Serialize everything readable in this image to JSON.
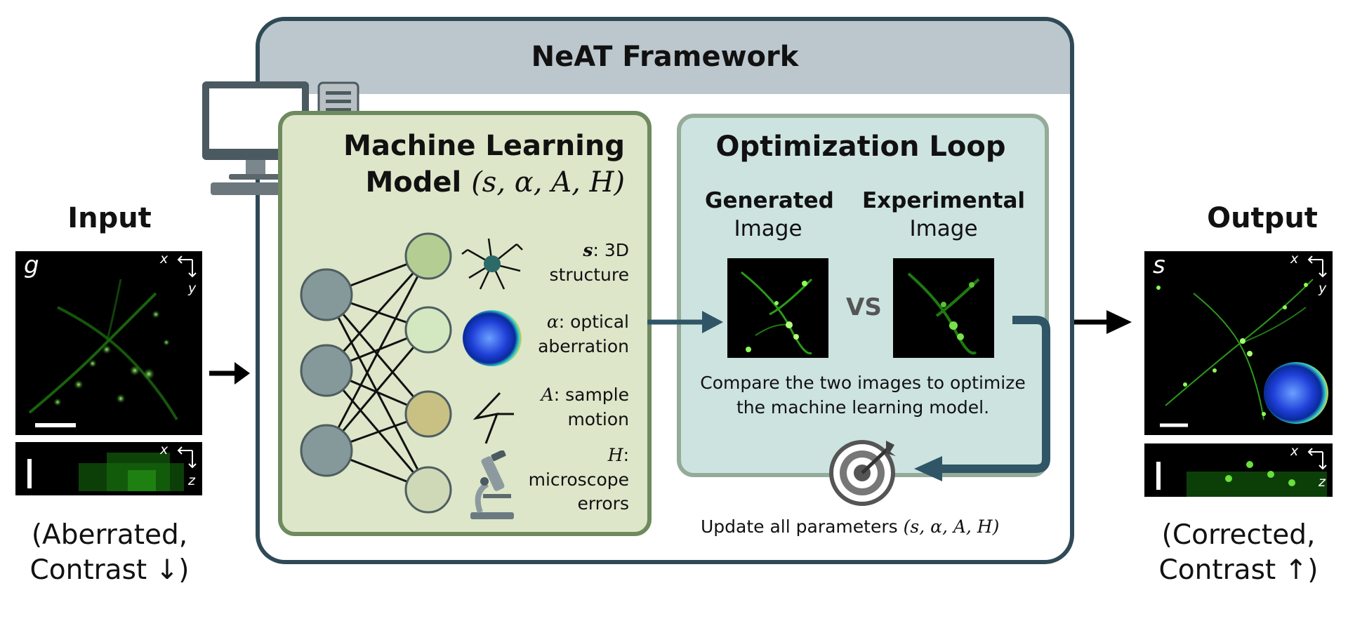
{
  "input": {
    "title": "Input",
    "panel_letter": "g",
    "axis_top_h": "x",
    "axis_top_v": "y",
    "axis_bottom_h": "x",
    "axis_bottom_v": "z",
    "caption_line1": "(Aberrated,",
    "caption_line2": "Contrast ↓)"
  },
  "output": {
    "title": "Output",
    "panel_letter": "s",
    "axis_top_h": "x",
    "axis_top_v": "y",
    "axis_bottom_h": "x",
    "axis_bottom_v": "z",
    "caption_line1": "(Corrected,",
    "caption_line2": "Contrast ↑)"
  },
  "framework": {
    "title": "NeAT Framework"
  },
  "ml_model": {
    "title_line1": "Machine Learning",
    "title_line2_text": "Model ",
    "title_line2_math": "(s, α, A, H)",
    "params": [
      {
        "symbol": "s",
        "text_line1": ": 3D",
        "text_line2": "structure",
        "icon": "neuron-icon"
      },
      {
        "symbol": "α",
        "text_line1": ": optical",
        "text_line2": "aberration",
        "icon": "aberration-sphere-icon"
      },
      {
        "symbol": "A",
        "text_line1": ": sample",
        "text_line2": "motion",
        "icon": "motion-zigzag-icon"
      },
      {
        "symbol": "H",
        "text_line1": ":",
        "text_line2": "microscope",
        "text_line3": "errors",
        "icon": "microscope-icon"
      }
    ]
  },
  "optimization": {
    "title": "Optimization Loop",
    "generated_bold": "Generated",
    "generated_sub": "Image",
    "experimental_bold": "Experimental",
    "experimental_sub": "Image",
    "vs": "VS",
    "desc_line1": "Compare the two images to optimize",
    "desc_line2": "the machine learning model.",
    "update_text": "Update all parameters ",
    "update_math": "(s, α, A, H)"
  },
  "colors": {
    "framework_border": "#2f4a56",
    "header_fill": "#bcc6cd",
    "ml_fill": "#dde6c9",
    "ml_border": "#6f8a5e",
    "opt_fill": "#cde3df",
    "opt_border": "#95ab9a",
    "arrow_teal": "#2f5566",
    "node_dark": "#85989a",
    "node_light": "#c4dcb0",
    "node_tan": "#c9c083"
  }
}
